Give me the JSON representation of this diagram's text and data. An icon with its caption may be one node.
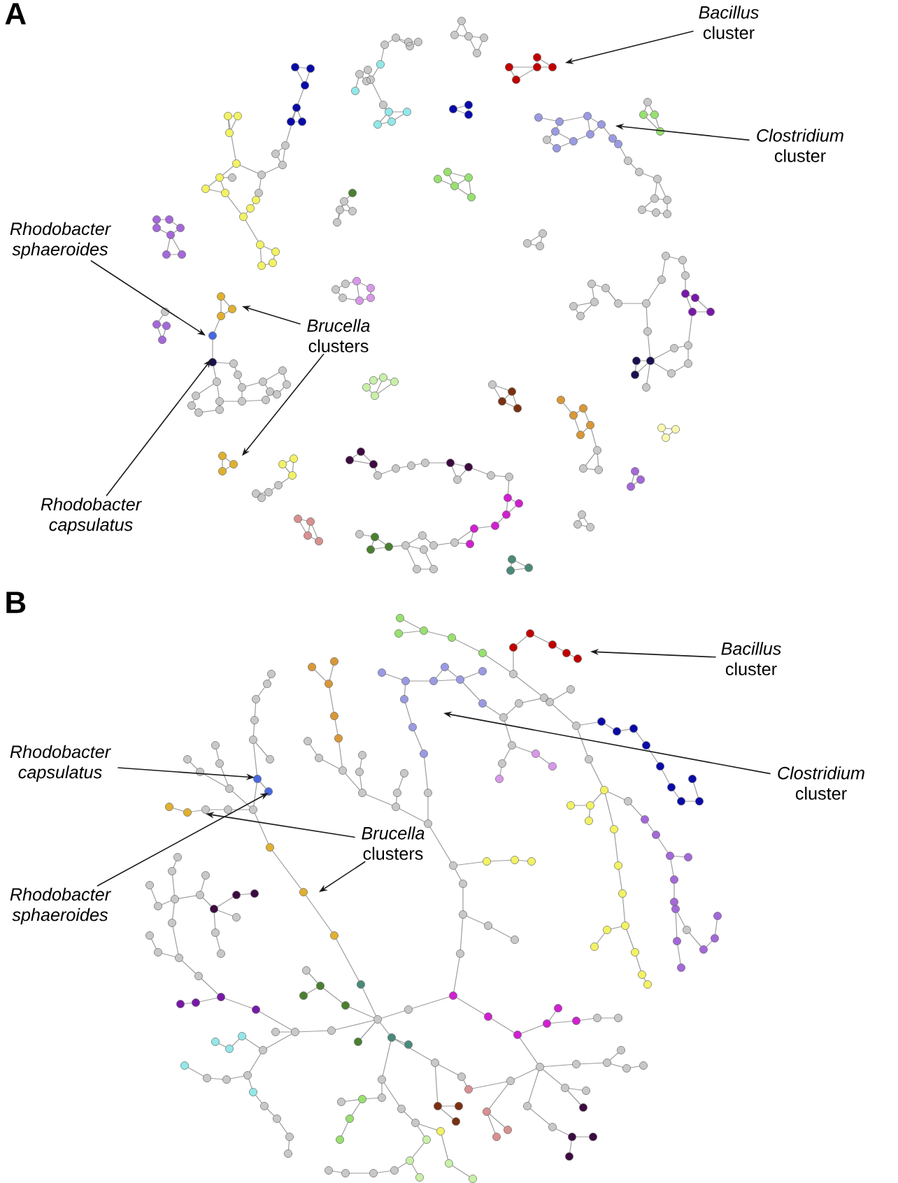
{
  "diagram": {
    "nodes": [
      {
        "text": [
          "*Bacillus* cluster"
        ]
      },
      {
        "text": [
          "*Clostridium* cluster"
        ]
      },
      {
        "text": [
          "Rhodobacter sphaeroides"
        ]
      },
      {
        "text": [
          "*Brucella* clusters"
        ]
      },
      {
        "text": [
          "Rhodobacter capsulatus"
        ]
      },
      {
        "text": [
          "*Bacillus* cluster"
        ]
      },
      {
        "text": [
          "Rhodobacter capsulatus"
        ]
      },
      {
        "text": [
          "*Clostridium* cluster"
        ]
      },
      {
        "text": [
          "*Brucella* clusters"
        ]
      },
      {
        "text": [
          "Rhodobacter sphaeroides"
        ]
      }
    ],
    "edges": [
      {
        "from": 0,
        "to": null,
        "arrow": "to"
      },
      {
        "from": 1,
        "to": null,
        "arrow": "to"
      },
      {
        "from": 2,
        "to": null,
        "arrow": "to"
      },
      {
        "from": 3,
        "to": null,
        "arrow": "to"
      },
      {
        "from": 3,
        "to": null,
        "arrow": "to"
      },
      {
        "from": 4,
        "to": null,
        "arrow": "to"
      },
      {
        "from": 5,
        "to": null,
        "arrow": "to"
      },
      {
        "from": 6,
        "to": null,
        "arrow": "to"
      },
      {
        "from": 7,
        "to": null,
        "arrow": "to"
      },
      {
        "from": 8,
        "to": null,
        "arrow": "to"
      },
      {
        "from": 8,
        "to": null,
        "arrow": "to"
      },
      {
        "from": 9,
        "to": null,
        "arrow": "to"
      }
    ],
    "labels": [
      "A",
      "B"
    ]
  }
}
